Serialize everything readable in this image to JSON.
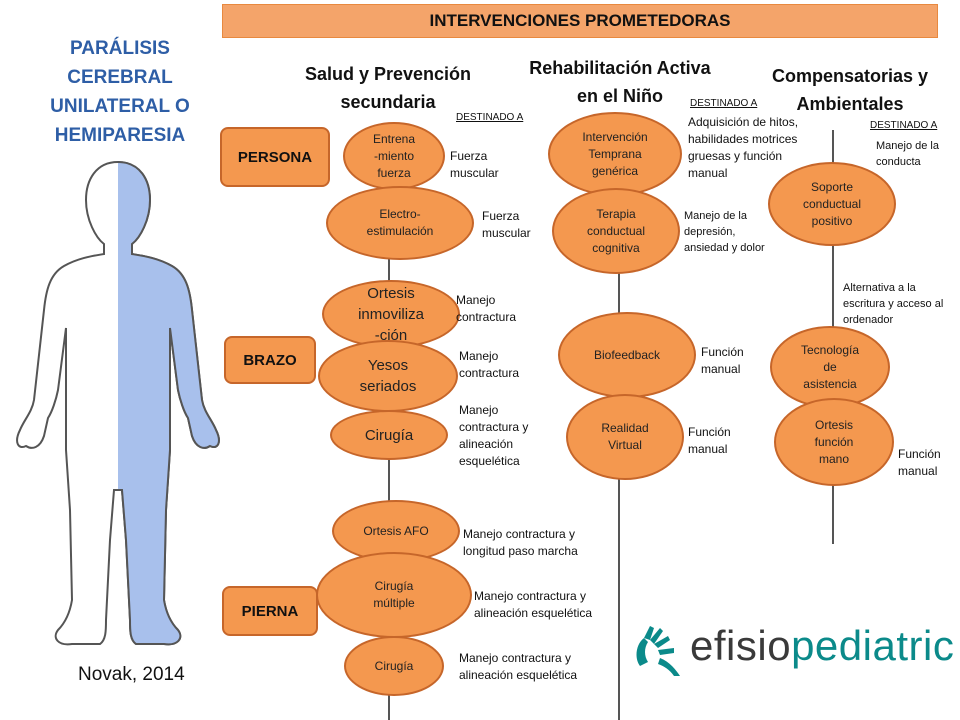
{
  "banner": "INTERVENCIONES PROMETEDORAS",
  "condition": [
    "PARÁLISIS",
    "CEREBRAL",
    "UNILATERAL O",
    "HEMIPARESIA"
  ],
  "credit": "Novak, 2014",
  "logo": {
    "part1": "efisio",
    "part2": "pediatric"
  },
  "rows": {
    "persona": "PERSONA",
    "brazo": "BRAZO",
    "pierna": "PIERNA"
  },
  "columns": {
    "salud": {
      "title1": "Salud y Prevención",
      "title2": "secundaria",
      "dest": "DESTINADO  A"
    },
    "rehab": {
      "title1": "Rehabilitación  Activa",
      "title2": "en el  Niño",
      "dest": "DESTINADO  A"
    },
    "comp": {
      "title1": "Compensatorias y",
      "title2": "Ambientales",
      "dest": "DESTINADO  A"
    }
  },
  "salud": {
    "entrenamiento": {
      "l1": "Entrena",
      "l2": "-miento",
      "l3": "fuerza",
      "n1": "Fuerza",
      "n2": "muscular"
    },
    "electro": {
      "l1": "Electro-",
      "l2": "estimulación",
      "n1": "Fuerza",
      "n2": "muscular"
    },
    "ortesis": {
      "l1": "Ortesis",
      "l2": "inmoviliza",
      "l3": "-ción",
      "n1": "Manejo",
      "n2": "contractura"
    },
    "yesos": {
      "l1": "Yesos",
      "l2": "seriados",
      "n1": "Manejo",
      "n2": "contractura"
    },
    "cirugia1": {
      "l1": "Cirugía",
      "n1": "Manejo",
      "n2": "contractura y",
      "n3": "alineación",
      "n4": "esquelética"
    },
    "afo": {
      "l1": "Ortesis AFO",
      "n1": "Manejo contractura  y",
      "n2": "longitud paso marcha"
    },
    "cirugiaMultiple": {
      "l1": "Cirugía",
      "l2": "múltiple",
      "n1": "Manejo contractura y",
      "n2": "alineación esquelética"
    },
    "cirugia2": {
      "l1": "Cirugía",
      "n1": "Manejo contractura y",
      "n2": "alineación esquelética"
    }
  },
  "rehab": {
    "intervencion": {
      "l1": "Intervención",
      "l2": "Temprana",
      "l3": "genérica",
      "n1": "Adquisición de hitos,",
      "n2": "habilidades motrices",
      "n3": "gruesas y  función",
      "n4": "manual"
    },
    "terapia": {
      "l1": "Terapia",
      "l2": "conductual",
      "l3": "cognitiva",
      "n1": "Manejo de la",
      "n2": "depresión,",
      "n3": "ansiedad y dolor"
    },
    "biofeedback": {
      "l1": "Biofeedback",
      "n1": "Función",
      "n2": "manual"
    },
    "realidad": {
      "l1": "Realidad",
      "l2": "Virtual",
      "n1": "Función",
      "n2": "manual"
    }
  },
  "comp": {
    "soporte": {
      "l1": "Soporte",
      "l2": "conductual",
      "l3": "positivo",
      "n1": "Manejo de la",
      "n2": "conducta"
    },
    "tecnologia": {
      "l1": "Tecnología",
      "l2": "de",
      "l3": "asistencia",
      "n1": "Alternativa a la",
      "n2": "escritura y acceso al",
      "n3": "ordenador"
    },
    "ortesisMano": {
      "l1": "Ortesis",
      "l2": "función",
      "l3": "mano",
      "n1": "Función",
      "n2": "manual"
    }
  },
  "colors": {
    "accent": "#f4984f",
    "border": "#c6662a",
    "title": "#2e5ea6",
    "body_blue": "#a8c0ec",
    "logo": "#0b8a8a"
  }
}
